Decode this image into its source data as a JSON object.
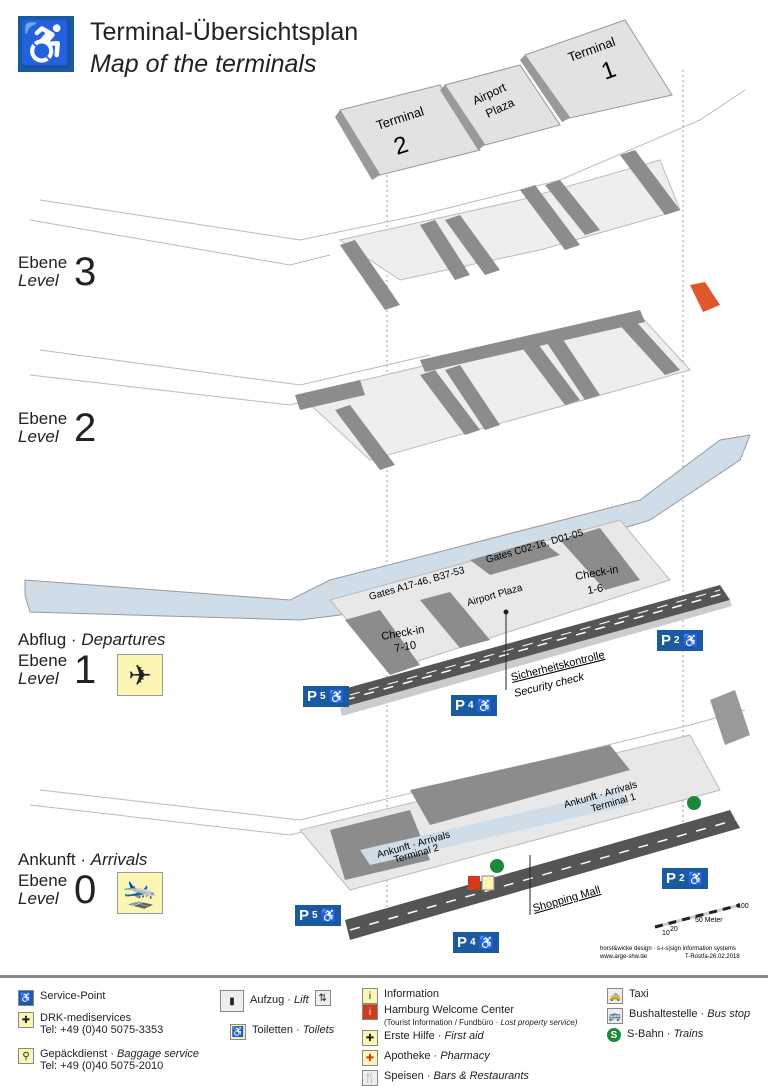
{
  "header": {
    "title_de": "Terminal-Übersichtsplan",
    "title_en": "Map of the terminals",
    "icon": "wheelchair-icon",
    "accent": "#1a5aa0"
  },
  "buildings": [
    {
      "label": "Terminal",
      "num": "2"
    },
    {
      "label": "Airport",
      "num": "Plaza"
    },
    {
      "label": "Terminal",
      "num": "1"
    }
  ],
  "levels": {
    "l3": {
      "de": "Ebene",
      "en": "Level",
      "num": "3"
    },
    "l2": {
      "de": "Ebene",
      "en": "Level",
      "num": "2"
    },
    "l1": {
      "title_de": "Abflug",
      "title_en": "Departures",
      "de": "Ebene",
      "en": "Level",
      "num": "1",
      "icon": "departure-plane-icon"
    },
    "l0": {
      "title_de": "Ankunft",
      "title_en": "Arrivals",
      "de": "Ebene",
      "en": "Level",
      "num": "0",
      "icon": "arrival-plane-icon"
    }
  },
  "map_labels": {
    "gates_ab": "Gates A17-46, B37-53",
    "gates_cd": "Gates C02-16, D01-05",
    "airport_plaza": "Airport Plaza",
    "checkin_710": "Check-in",
    "checkin_710_num": "7-10",
    "checkin_16": "Check-in",
    "checkin_16_num": "1-6",
    "security_de": "Sicherheitskontrolle",
    "security_en": "Security check",
    "arr_t1_a": "Ankunft · Arrivals",
    "arr_t1_b": "Terminal 1",
    "arr_t2_a": "Ankunft · Arrivals",
    "arr_t2_b": "Terminal 2",
    "shopping_mall": "Shopping Mall"
  },
  "parking": {
    "l1": [
      {
        "p": "P",
        "n": "5"
      },
      {
        "p": "P",
        "n": "4"
      },
      {
        "p": "P",
        "n": "2"
      }
    ],
    "l0": [
      {
        "p": "P",
        "n": "5"
      },
      {
        "p": "P",
        "n": "4"
      },
      {
        "p": "P",
        "n": "2"
      }
    ]
  },
  "scale": {
    "t10": "10",
    "t20": "20",
    "t50": "50 Meter",
    "t100": "100"
  },
  "credits": {
    "line1": "horst&wicke design · s-i-s|sign information systems",
    "line2": "www.arge-shw.de",
    "line3": "T-Rostfa-26.02.2018"
  },
  "legend": {
    "service_point": "Service-Point",
    "drk": "DRK-mediservices",
    "drk_tel": "Tel: +49 (0)40 5075-3353",
    "baggage_de": "Gepäckdienst",
    "baggage_en": "Baggage service",
    "baggage_tel": "Tel: +49 (0)40 5075-2010",
    "lift_de": "Aufzug",
    "lift_en": "Lift",
    "toilets_de": "Toiletten",
    "toilets_en": "Toilets",
    "info": "Information",
    "hwc": "Hamburg Welcome Center",
    "hwc_sub_de": "(Tourist Information / Fundbüro ·",
    "hwc_sub_en": "Lost property service)",
    "firstaid_de": "Erste Hilfe",
    "firstaid_en": "First aid",
    "pharmacy_de": "Apotheke",
    "pharmacy_en": "Pharmacy",
    "food_de": "Speisen",
    "food_en": "Bars & Restaurants",
    "taxi": "Taxi",
    "bus_de": "Bushaltestelle",
    "bus_en": "Bus stop",
    "sbahn_de": "S-Bahn",
    "sbahn_en": "Trains"
  }
}
